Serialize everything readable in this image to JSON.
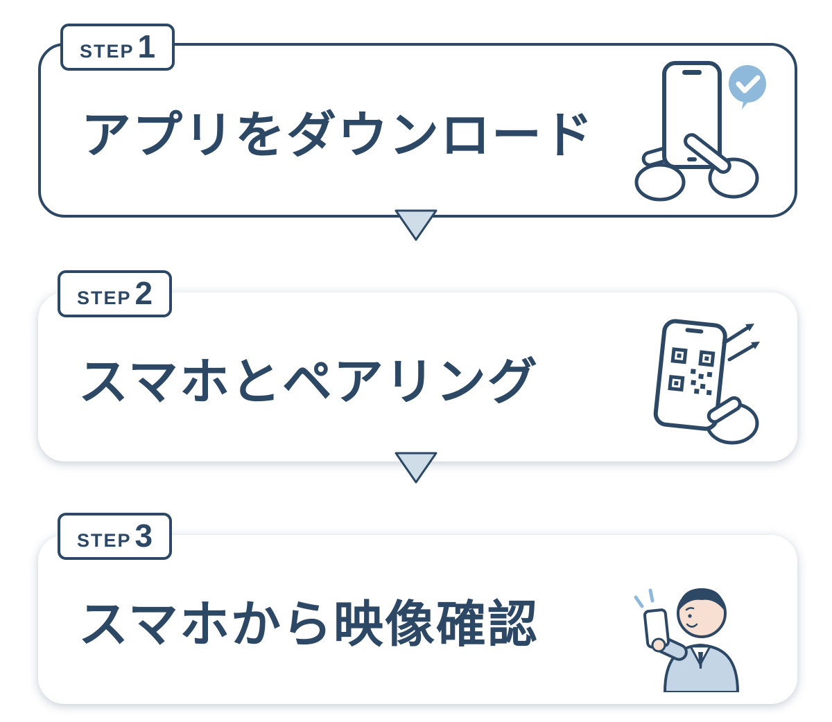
{
  "title": "3-step setup flow infographic",
  "colors": {
    "navy": "#2c4865",
    "light_blue": "#8fb9da",
    "pale_blue": "#cfdde9",
    "suit_blue": "#c4d5e5",
    "skin": "#f7e0d2",
    "background": "#ffffff"
  },
  "steps": [
    {
      "badge_prefix": "STEP",
      "badge_number": "1",
      "title": "アプリをダウンロード",
      "icon": "smartphone-tap-check-icon"
    },
    {
      "badge_prefix": "STEP",
      "badge_number": "2",
      "title": "スマホとペアリング",
      "icon": "smartphone-qr-pairing-icon"
    },
    {
      "badge_prefix": "STEP",
      "badge_number": "3",
      "title": "スマホから映像確認",
      "icon": "person-checking-phone-icon"
    }
  ],
  "connector_icon": "down-triangle-icon"
}
